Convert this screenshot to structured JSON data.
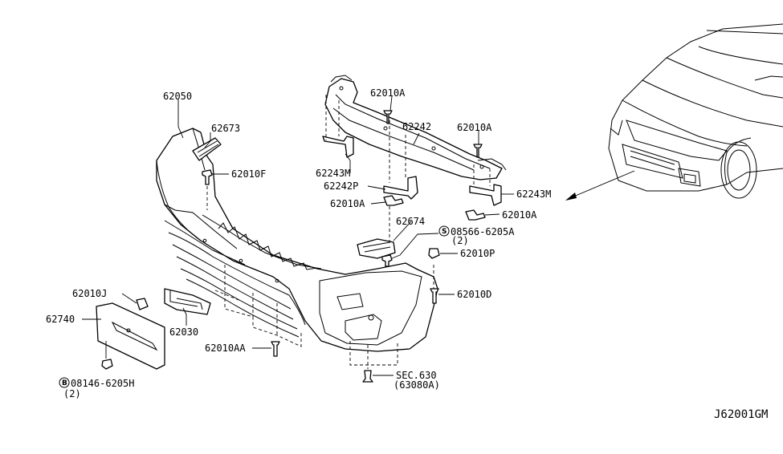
{
  "diagram": {
    "code": "J62001GM",
    "labels": {
      "p62050": "62050",
      "p62673": "62673",
      "p62010F": "62010F",
      "p62010A_top": "62010A",
      "p62242": "62242",
      "p62010A_right": "62010A",
      "p62243M_left": "62243M",
      "p62242P": "62242P",
      "p62010A_mid": "62010A",
      "p62243M_right": "62243M",
      "p62010A_lower": "62010A",
      "p62674": "62674",
      "p08566": "08566-6205A",
      "p08566_qty": "(2)",
      "p62010P": "62010P",
      "p62010J": "62010J",
      "p62010D": "62010D",
      "p62740": "62740",
      "p62030": "62030",
      "p62010AA": "62010AA",
      "sec630": "SEC.630",
      "sec630_sub": "(63080A)",
      "p08146": "08146-6205H",
      "p08146_qty": "(2)"
    },
    "symbols": {
      "s_mark": "S",
      "b_mark": "B"
    }
  }
}
